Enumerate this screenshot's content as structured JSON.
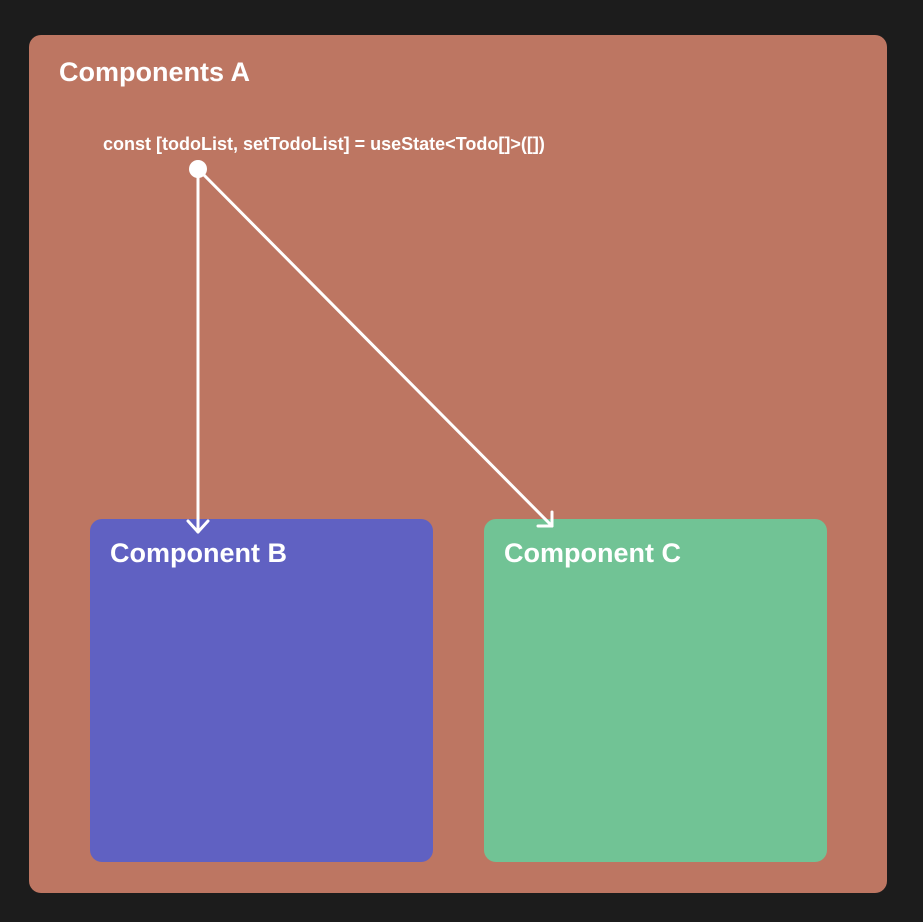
{
  "diagram": {
    "component_a": {
      "title": "Components A",
      "code": "const [todoList, setTodoList] = useState<Todo[]>([])"
    },
    "component_b": {
      "title": "Component B"
    },
    "component_c": {
      "title": "Component C"
    },
    "edges": [
      {
        "from": "component_a.state",
        "to": "component_b"
      },
      {
        "from": "component_a.state",
        "to": "component_c"
      }
    ]
  },
  "colors": {
    "background": "#1c1c1c",
    "component_a": "#bd7662",
    "component_b": "#6061c2",
    "component_c": "#71c395",
    "text": "#ffffff",
    "connector": "#ffffff"
  }
}
